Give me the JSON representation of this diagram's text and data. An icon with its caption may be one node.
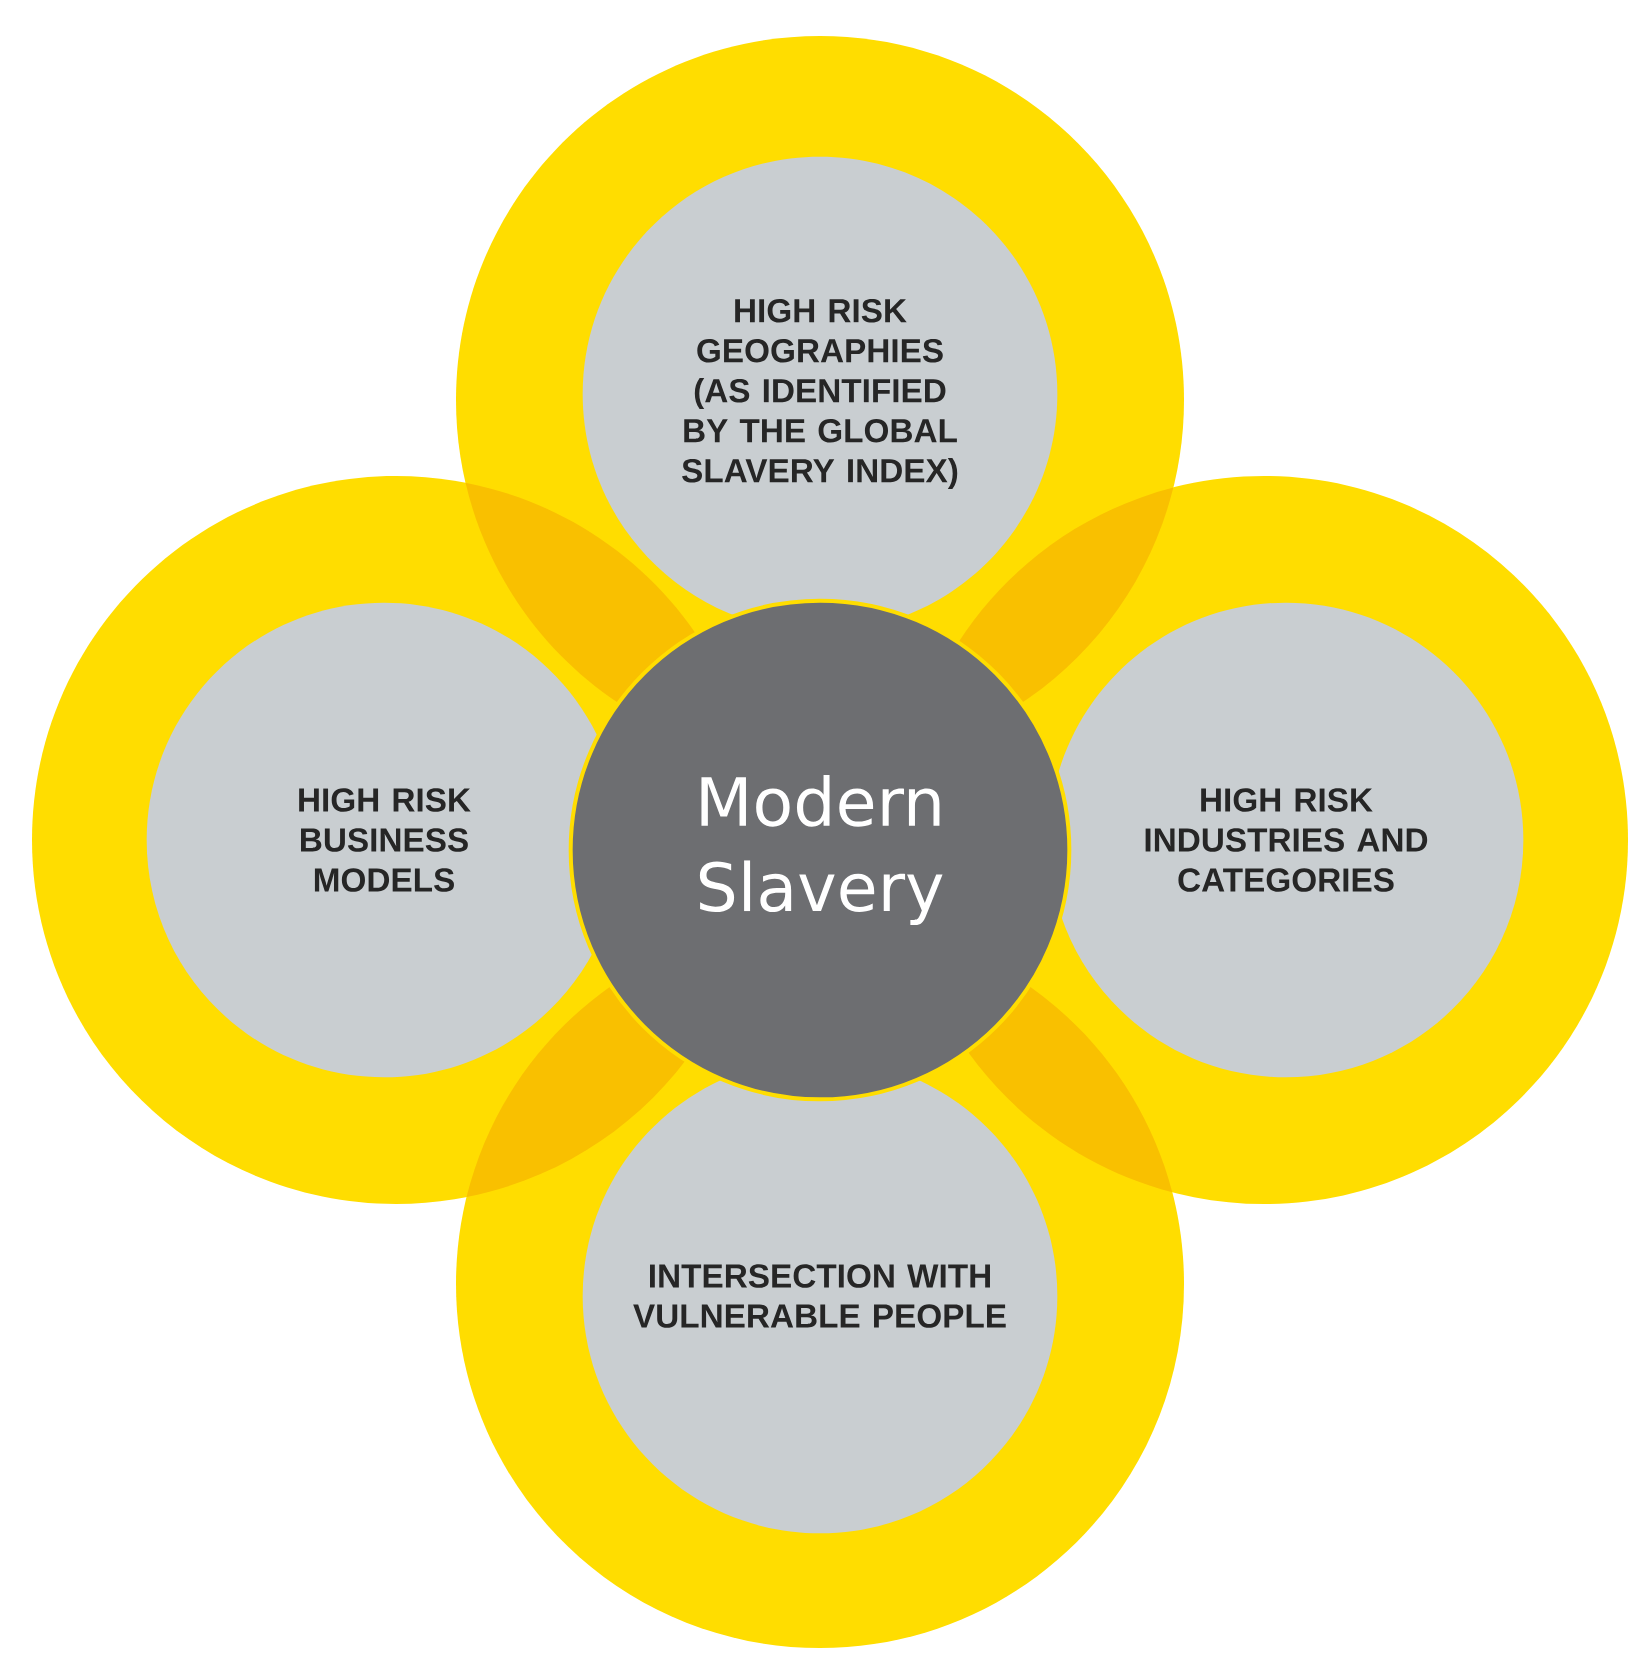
{
  "diagram": {
    "nodes": [
      {
        "text": [
          "HIGH RISK GEOGRAPHIES (AS IDENTIFIED BY THE GLOBAL SLAVERY INDEX)"
        ]
      },
      {
        "text": [
          "HIGH RISK BUSINESS MODELS"
        ]
      },
      {
        "text": [
          "Modern Slavery"
        ]
      },
      {
        "text": [
          "HIGH RISK INDUSTRIES AND CATEGORIES"
        ]
      },
      {
        "text": [
          "INTERSECTION WITH VULNERABLE PEOPLE"
        ]
      }
    ]
  }
}
